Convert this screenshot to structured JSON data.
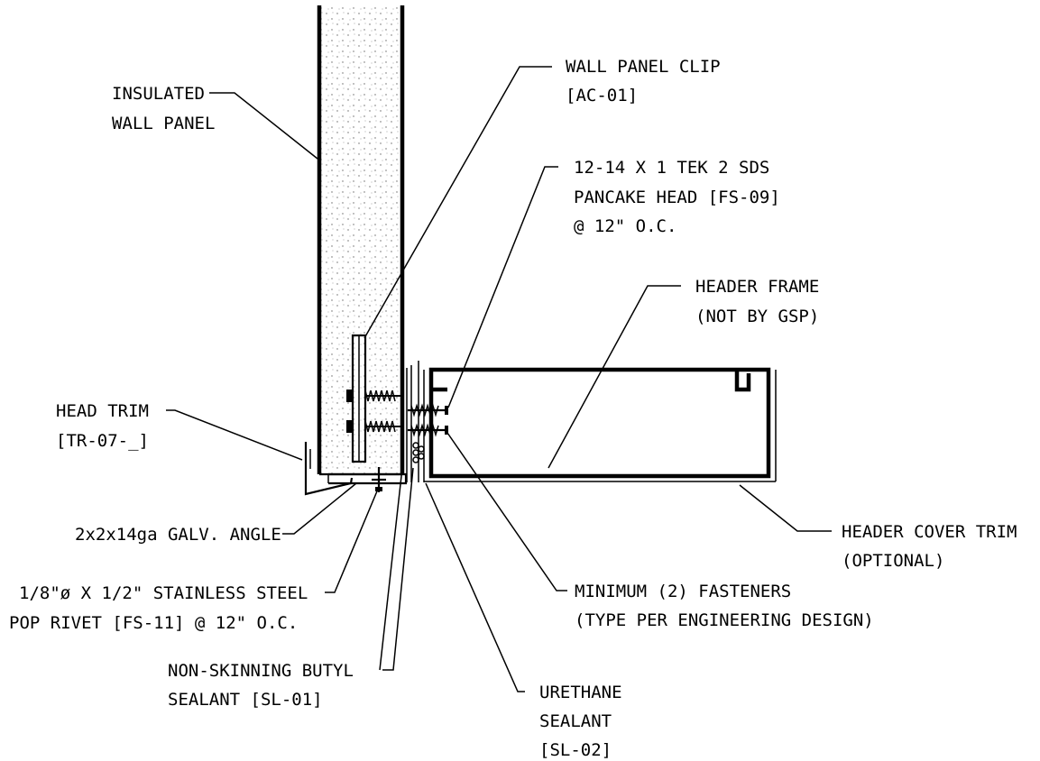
{
  "labels": {
    "insulated_wall_panel": [
      "INSULATED",
      "WALL PANEL"
    ],
    "wall_panel_clip": [
      "WALL PANEL CLIP",
      "[AC-01]"
    ],
    "tek_screw": [
      "12-14 X 1 TEK 2 SDS",
      "PANCAKE HEAD [FS-09]",
      "@ 12\" O.C."
    ],
    "header_frame": [
      "HEADER FRAME",
      "(NOT BY GSP)"
    ],
    "head_trim": [
      "HEAD TRIM",
      "[TR-07-_]"
    ],
    "galv_angle": [
      "2x2x14ga GALV. ANGLE"
    ],
    "header_cover_trim": [
      "HEADER COVER TRIM",
      "(OPTIONAL)"
    ],
    "pop_rivet": [
      "1/8\"ø X 1/2\" STAINLESS STEEL",
      "POP RIVET [FS-11] @ 12\" O.C."
    ],
    "min_fasteners": [
      "MINIMUM (2) FASTENERS",
      "(TYPE PER ENGINEERING DESIGN)"
    ],
    "butyl_sealant": [
      "NON-SKINNING BUTYL",
      "SEALANT [SL-01]"
    ],
    "urethane_sealant": [
      "URETHANE",
      "SEALANT",
      "[SL-02]"
    ]
  }
}
